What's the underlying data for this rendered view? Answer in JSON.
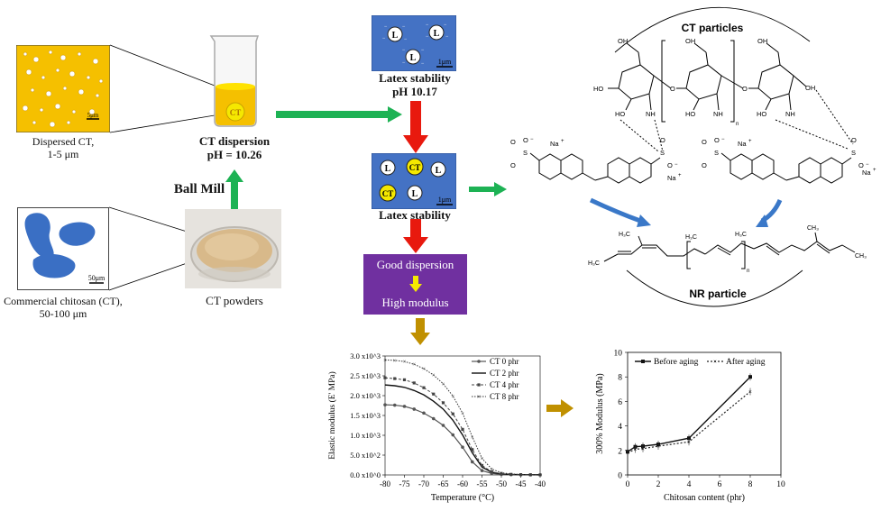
{
  "labels": {
    "dispersed_ct": "Dispersed CT,",
    "dispersed_ct_size": "1-5 μm",
    "scale_5um": "5μm",
    "ct_dispersion": "CT dispersion",
    "ct_dispersion_ph": "pH = 10.26",
    "ct_in_beaker": "CT",
    "ball_mill": "Ball Mill",
    "commercial_ct": "Commercial chitosan (CT),",
    "commercial_ct_size": "50-100 μm",
    "scale_50um": "50μm",
    "ct_powders": "CT powders",
    "latex_stability_1": "Latex stability",
    "latex_stability_1_ph": "pH 10.17",
    "latex_stability_2": "Latex stability",
    "scale_1um": "1μm",
    "particle_l": "L",
    "particle_ct": "CT",
    "good_dispersion": "Good dispersion",
    "high_modulus": "High modulus",
    "ct_particles": "CT particles",
    "nr_particle": "NR particle"
  },
  "chem": {
    "oh": "OH",
    "ho": "HO",
    "nh2": "NH",
    "o": "O",
    "n": "n",
    "na": "Na",
    "plus": "+",
    "minus": "−",
    "s": "S",
    "h3c": "H₃C",
    "ch3": "CH₃"
  },
  "colors": {
    "latex_blue": "#4472c4",
    "ct_yellow": "#f5e800",
    "dispersion_bg": "#f5c000",
    "green_arrow": "#1db254",
    "red_arrow": "#e8190e",
    "purple_box": "#7030a0",
    "gold_arrow": "#c09000",
    "chitosan_blue": "#3a6fc4"
  },
  "chart_data": [
    {
      "type": "line",
      "xlabel": "Temperature (°C)",
      "ylabel": "Elastic modulus (E' MPa)",
      "xlim": [
        -80,
        -40
      ],
      "ylim": [
        0,
        3000
      ],
      "xticks": [
        "-80",
        "-75",
        "-70",
        "-65",
        "-60",
        "-55",
        "-50",
        "-45",
        "-40"
      ],
      "yticks": [
        "0.0 x10^0",
        "5.0 x10^2",
        "1.0 x10^3",
        "1.5 x10^3",
        "2.0 x10^3",
        "2.5 x10^3",
        "3.0 x10^3"
      ],
      "x": [
        -80,
        -77.5,
        -75,
        -72.5,
        -70,
        -67.5,
        -65,
        -62.5,
        -60,
        -57.5,
        -55,
        -52.5,
        -50,
        -47.5,
        -45,
        -42.5,
        -40
      ],
      "series": [
        {
          "name": "CT 0 phr",
          "values": [
            1770,
            1760,
            1730,
            1660,
            1560,
            1420,
            1250,
            1010,
            700,
            330,
            110,
            40,
            15,
            8,
            5,
            3,
            2
          ]
        },
        {
          "name": "CT 2 phr",
          "values": [
            2270,
            2250,
            2210,
            2130,
            2020,
            1860,
            1660,
            1380,
            1010,
            560,
            200,
            70,
            25,
            12,
            6,
            4,
            3
          ]
        },
        {
          "name": "CT 4 phr",
          "values": [
            2450,
            2430,
            2400,
            2320,
            2200,
            2040,
            1820,
            1540,
            1150,
            640,
            240,
            80,
            28,
            14,
            7,
            4,
            3
          ]
        },
        {
          "name": "CT 8 phr",
          "values": [
            2900,
            2890,
            2860,
            2790,
            2680,
            2520,
            2300,
            1990,
            1560,
            960,
            420,
            150,
            55,
            25,
            12,
            6,
            4
          ]
        }
      ],
      "legend": "top-right"
    },
    {
      "type": "line",
      "xlabel": "Chitosan content (phr)",
      "ylabel": "300% Modulus (MPa)",
      "xlim": [
        0,
        10
      ],
      "ylim": [
        0,
        10
      ],
      "xticks": [
        "0",
        "2",
        "4",
        "6",
        "8",
        "10"
      ],
      "yticks": [
        "0",
        "2",
        "4",
        "6",
        "8",
        "10"
      ],
      "x": [
        0,
        0.5,
        1,
        2,
        4,
        8
      ],
      "series": [
        {
          "name": "Before aging",
          "values": [
            1.9,
            2.3,
            2.35,
            2.5,
            3.0,
            8.0
          ]
        },
        {
          "name": "After aging",
          "values": [
            1.8,
            2.1,
            2.15,
            2.35,
            2.7,
            6.8
          ]
        }
      ],
      "legend": "top-left"
    }
  ]
}
